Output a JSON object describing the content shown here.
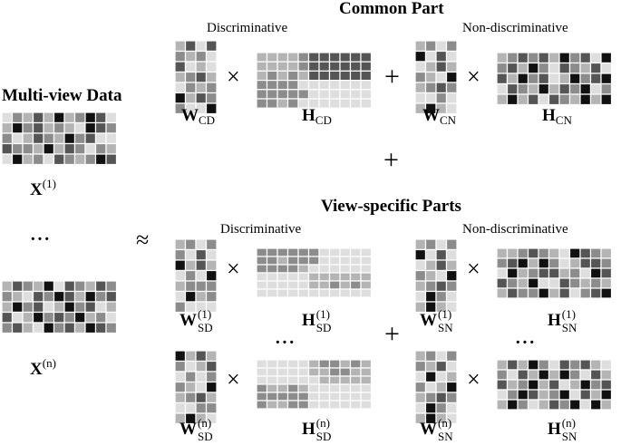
{
  "headings": {
    "common_part": "Common Part",
    "multi_view_data": "Multi-view Data",
    "view_specific_parts": "View-specific Parts"
  },
  "subheadings": {
    "common_discriminative": "Discriminative",
    "common_non_discriminative": "Non-discriminative",
    "specific_discriminative": "Discriminative",
    "specific_non_discriminative": "Non-discriminative"
  },
  "operators": {
    "times": "×",
    "plus": "+",
    "approx": "≈",
    "ellipsis": "···"
  },
  "labels": {
    "x1": {
      "base": "X",
      "sup": "(1)"
    },
    "xn": {
      "base": "X",
      "sup": "(n)"
    },
    "w_cd": {
      "base": "W",
      "sub": "CD"
    },
    "h_cd": {
      "base": "H",
      "sub": "CD"
    },
    "w_cn": {
      "base": "W",
      "sub": "CN"
    },
    "h_cn": {
      "base": "H",
      "sub": "CN"
    },
    "w_sd1": {
      "base": "W",
      "sup": "(1)",
      "sub": "SD"
    },
    "h_sd1": {
      "base": "H",
      "sup": "(1)",
      "sub": "SD"
    },
    "w_sn1": {
      "base": "W",
      "sup": "(1)",
      "sub": "SN"
    },
    "h_sn1": {
      "base": "H",
      "sup": "(1)",
      "sub": "SN"
    },
    "w_sdn": {
      "base": "W",
      "sup": "(n)",
      "sub": "SD"
    },
    "h_sdn": {
      "base": "H",
      "sup": "(n)",
      "sub": "SD"
    },
    "w_snn": {
      "base": "W",
      "sup": "(n)",
      "sub": "SN"
    },
    "h_snn": {
      "base": "H",
      "sup": "(n)",
      "sub": "SN"
    }
  },
  "palette": {
    "black": "#111111",
    "dark": "#555555",
    "mid": "#8c8c8c",
    "light": "#b4b4b4",
    "pale": "#dedede",
    "grid_line": "#ffffff"
  },
  "matrices": {
    "x1": [
      "42313032014",
      "30213234012",
      "24312302144",
      "12230312423",
      "40324123201"
    ],
    "xn": [
      "31230412312",
      "23412013021",
      "30214302143",
      "14302120324",
      "21340213012"
    ],
    "w_cd": [
      "3141",
      "2324",
      "1434",
      "3213",
      "4232",
      "0312",
      "2440"
    ],
    "h_cd": [
      "33332111111",
      "33332111111",
      "32323111111",
      "22224444444",
      "22222444444",
      "22324444444"
    ],
    "w_cn": [
      "3242",
      "0414",
      "4313",
      "2340",
      "3212",
      "4424",
      "3034"
    ],
    "h_cn": [
      "32121302140",
      "21302412314",
      "13021430210",
      "41230312042",
      "30314123030"
    ],
    "w_sd1": [
      "3242",
      "2414",
      "0313",
      "4240",
      "3222",
      "4032",
      "2444"
    ],
    "h_sd1": [
      "22222244444",
      "22322244444",
      "22223444444",
      "44444333333",
      "44444332323",
      "44444444444"
    ],
    "w_sn1": [
      "3242",
      "0414",
      "4313",
      "2340",
      "3212",
      "4024",
      "3034"
    ],
    "h_sn1": [
      "33212340123",
      "21030243112",
      "40321132401",
      "12304412323",
      "31220314210"
    ],
    "w_sdn": [
      "0313",
      "2431",
      "4242",
      "2340",
      "3213",
      "4422",
      "3034"
    ],
    "h_sdn": [
      "44444322323",
      "44444332233",
      "44444433333",
      "23323444444",
      "22222444444",
      "23322444444"
    ],
    "w_snn": [
      "3242",
      "2314",
      "4043",
      "2430",
      "3212",
      "4024",
      "3034"
    ],
    "h_snn": [
      "31302412134",
      "24130302413",
      "13203143021",
      "42013204130",
      "30243120403"
    ]
  }
}
